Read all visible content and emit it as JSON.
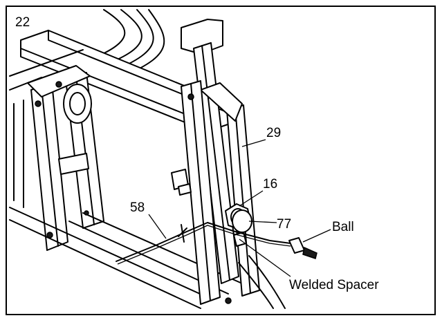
{
  "labels": {
    "frame": "22",
    "upright": "29",
    "nut": "16",
    "washer": "77",
    "cable": "58",
    "ball": "Ball",
    "spacer": "Welded Spacer"
  }
}
